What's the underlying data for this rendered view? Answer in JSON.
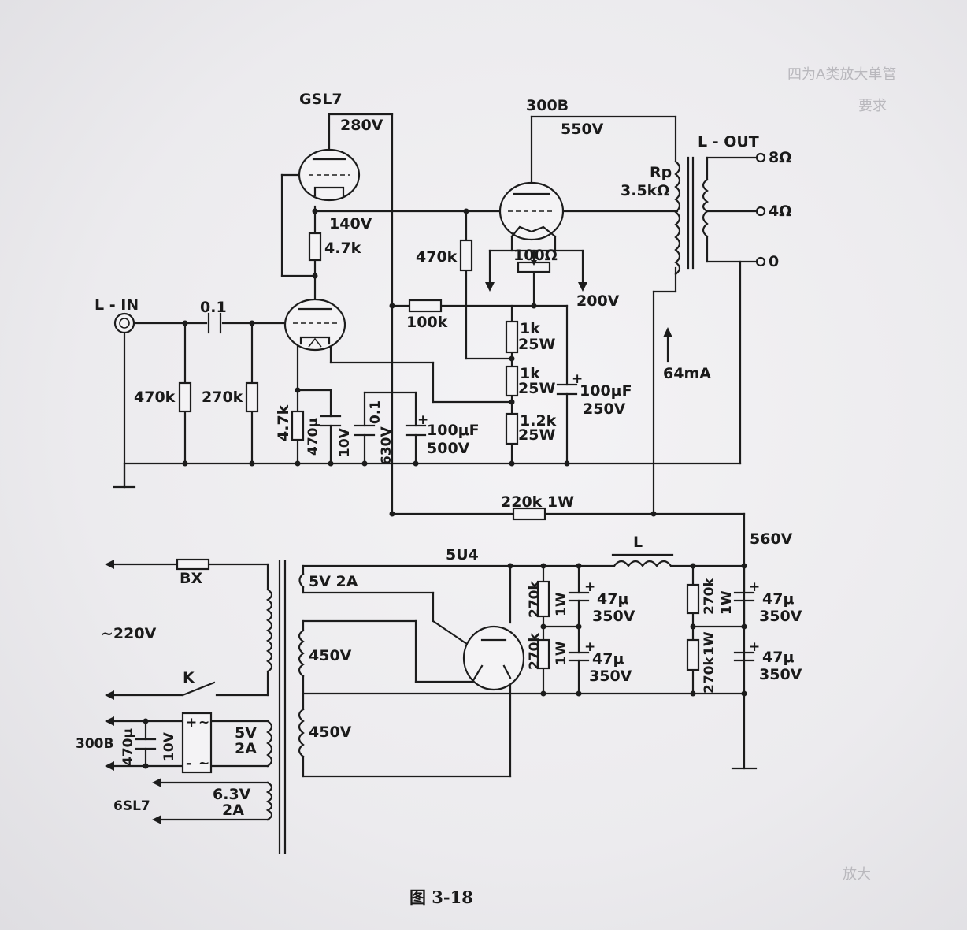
{
  "labels": {
    "gsl7": "GSL7",
    "v280": "280V",
    "v140": "140V",
    "r47k_top": "4.7k",
    "l_in": "L - IN",
    "c01_in": "0.1",
    "r470k_in": "470k",
    "r270k_in": "270k",
    "r47k_k": "4.7k",
    "c470u": "470μ",
    "c470u_v": "10V",
    "c01b": "0.1",
    "c01b_v": "630V",
    "c100u_500": "100μF",
    "c100u_500_v": "500V",
    "t300b": "300B",
    "v550": "550V",
    "rp": "Rp",
    "rp_val": "3.5kΩ",
    "l_out": "L - OUT",
    "o8": "8Ω",
    "o4": "4Ω",
    "o0": "0",
    "r470k_g": "470k",
    "r100": "100Ω",
    "v200": "200V",
    "r100k": "100k",
    "r1k_a": "1k",
    "r1k_a_w": "25W",
    "r1k_b": "1k",
    "r1k_b_w": "25W",
    "r12k": "1.2k",
    "r12k_w": "25W",
    "c100u_250": "100μF",
    "c100u_250_v": "250V",
    "ma64": "64mA",
    "r220k": "220k 1W",
    "v560": "560V",
    "u54": "5U4",
    "choke": "L",
    "bx": "BX",
    "ac220": "~220V",
    "sw_k": "K",
    "w5v2a": "5V 2A",
    "w450a": "450V",
    "w450b": "450V",
    "r270k_1": "270k",
    "r270k_1w": "1W",
    "r270k_2": "270k",
    "r270k_2w": "1W",
    "c47_1": "47μ",
    "c47_1v": "350V",
    "c47_2": "47μ",
    "c47_2v": "350V",
    "r270k_3": "270k",
    "r270k_3w": "1W",
    "r270k_4": "270k",
    "r270k_4w": "1W",
    "c47_3": "47μ",
    "c47_3v": "350V",
    "c47_4": "47μ",
    "c47_4v": "350V",
    "h300b": "300B",
    "hc470": "470μ",
    "hc10": "10V",
    "h5v": "5V",
    "h2a": "2A",
    "h6sl7": "6SL7",
    "h63v": "6.3V",
    "h2a_b": "2A",
    "caption": "图   3-18"
  }
}
